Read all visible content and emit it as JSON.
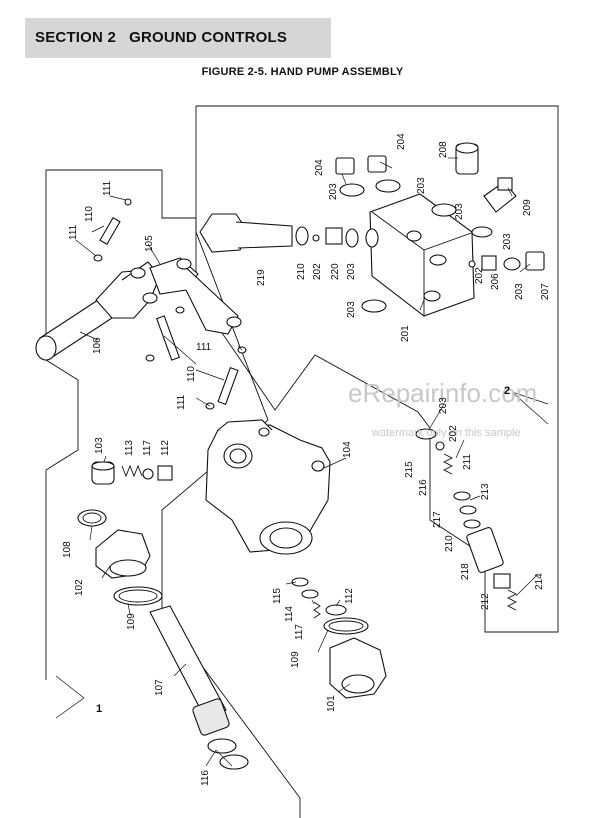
{
  "header": {
    "section_label": "SECTION 2   GROUND CONTROLS",
    "figure_title": "FIGURE 2-5. HAND PUMP ASSEMBLY"
  },
  "watermark": {
    "brand": "eRepairinfo.com",
    "notice": "watermark only on this sample"
  },
  "assembly_labels": {
    "assembly_1": "1",
    "assembly_2": "2"
  },
  "callouts": {
    "c101": "101",
    "c102": "102",
    "c103": "103",
    "c104": "104",
    "c105": "105",
    "c106": "106",
    "c107": "107",
    "c108": "108",
    "c109": "109",
    "c110": "110",
    "c111": "111",
    "c112": "112",
    "c113": "113",
    "c114": "114",
    "c115": "115",
    "c116": "116",
    "c117": "117",
    "c201": "201",
    "c202": "202",
    "c203": "203",
    "c204": "204",
    "c206": "206",
    "c207": "207",
    "c208": "208",
    "c209": "209",
    "c210": "210",
    "c211": "211",
    "c212": "212",
    "c213": "213",
    "c214": "214",
    "c215": "215",
    "c216": "216",
    "c217": "217",
    "c218": "218",
    "c219": "219",
    "c220": "220"
  },
  "colors": {
    "header_bg": "#d6d6d6",
    "line": "#111111",
    "watermark": "#c8c8c8"
  }
}
